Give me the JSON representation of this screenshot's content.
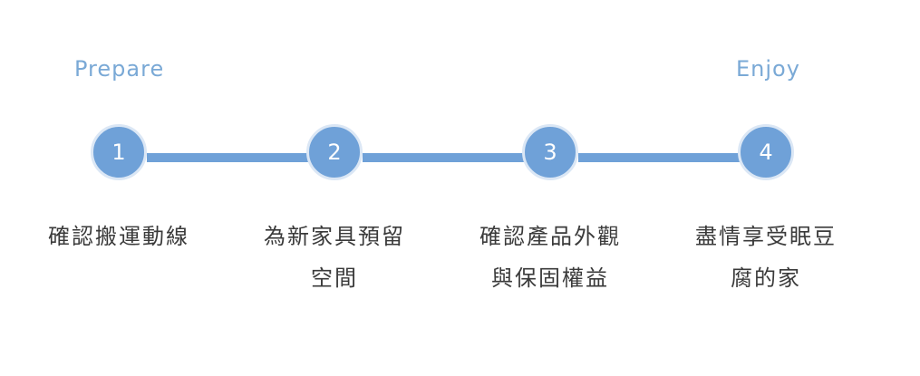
{
  "stage_labels": {
    "start": "Prepare",
    "end": "Enjoy"
  },
  "steps": [
    {
      "number": "1",
      "description": "確認搬運動線"
    },
    {
      "number": "2",
      "description": "為新家具預留空間"
    },
    {
      "number": "3",
      "description": "確認產品外觀與保固權益"
    },
    {
      "number": "4",
      "description": "盡情享受眠豆腐的家"
    }
  ],
  "colors": {
    "accent": "#6fa1d8",
    "label": "#7aa9d6",
    "text": "#3a3a3a",
    "background": "#ffffff"
  }
}
